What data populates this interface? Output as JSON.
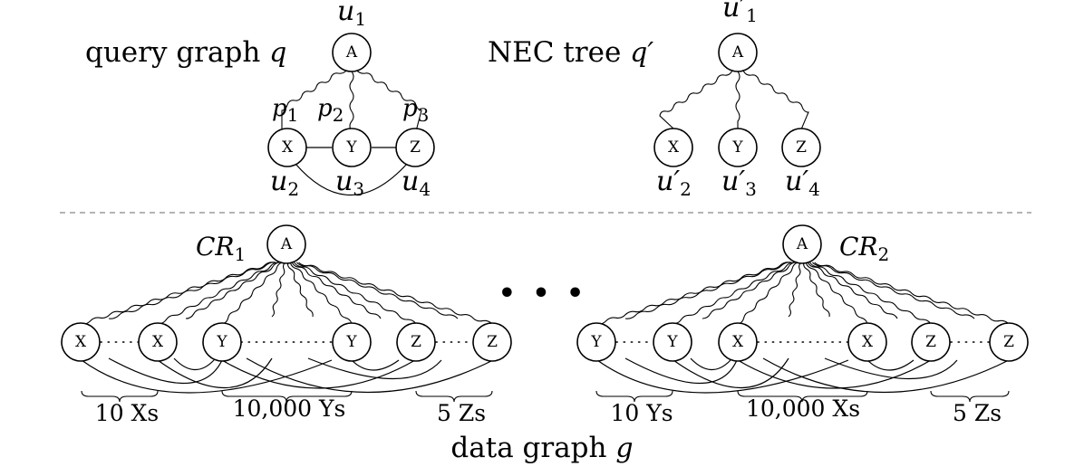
{
  "query": {
    "caption_text": "query graph",
    "caption_var": "q",
    "root": {
      "label": "A",
      "name_base": "u",
      "name_sub": "1"
    },
    "paths": [
      {
        "base": "p",
        "sub": "1"
      },
      {
        "base": "p",
        "sub": "2"
      },
      {
        "base": "p",
        "sub": "3"
      }
    ],
    "children": [
      {
        "label": "X",
        "name_base": "u",
        "name_sub": "2"
      },
      {
        "label": "Y",
        "name_base": "u",
        "name_sub": "3"
      },
      {
        "label": "Z",
        "name_base": "u",
        "name_sub": "4"
      }
    ]
  },
  "nec": {
    "caption_text": "NEC tree",
    "caption_var": "q′",
    "root": {
      "label": "A",
      "name_base": "u′",
      "name_sub": "1"
    },
    "children": [
      {
        "label": "X",
        "name_base": "u′",
        "name_sub": "2"
      },
      {
        "label": "Y",
        "name_base": "u′",
        "name_sub": "3"
      },
      {
        "label": "Z",
        "name_base": "u′",
        "name_sub": "4"
      }
    ]
  },
  "region1": {
    "root_label": "A",
    "name_base": "CR",
    "name_sub": "1",
    "nodes": [
      "X",
      "X",
      "Y",
      "Y",
      "Z",
      "Z"
    ],
    "group_labels": [
      "10 Xs",
      "10,000 Ys",
      "5 Zs"
    ]
  },
  "region2": {
    "root_label": "A",
    "name_base": "CR",
    "name_sub": "2",
    "nodes": [
      "Y",
      "Y",
      "X",
      "X",
      "Z",
      "Z"
    ],
    "group_labels": [
      "10 Ys",
      "10,000 Xs",
      "5 Zs"
    ]
  },
  "ellipsis": "• • •",
  "data_caption_text": "data graph",
  "data_caption_var": "g"
}
